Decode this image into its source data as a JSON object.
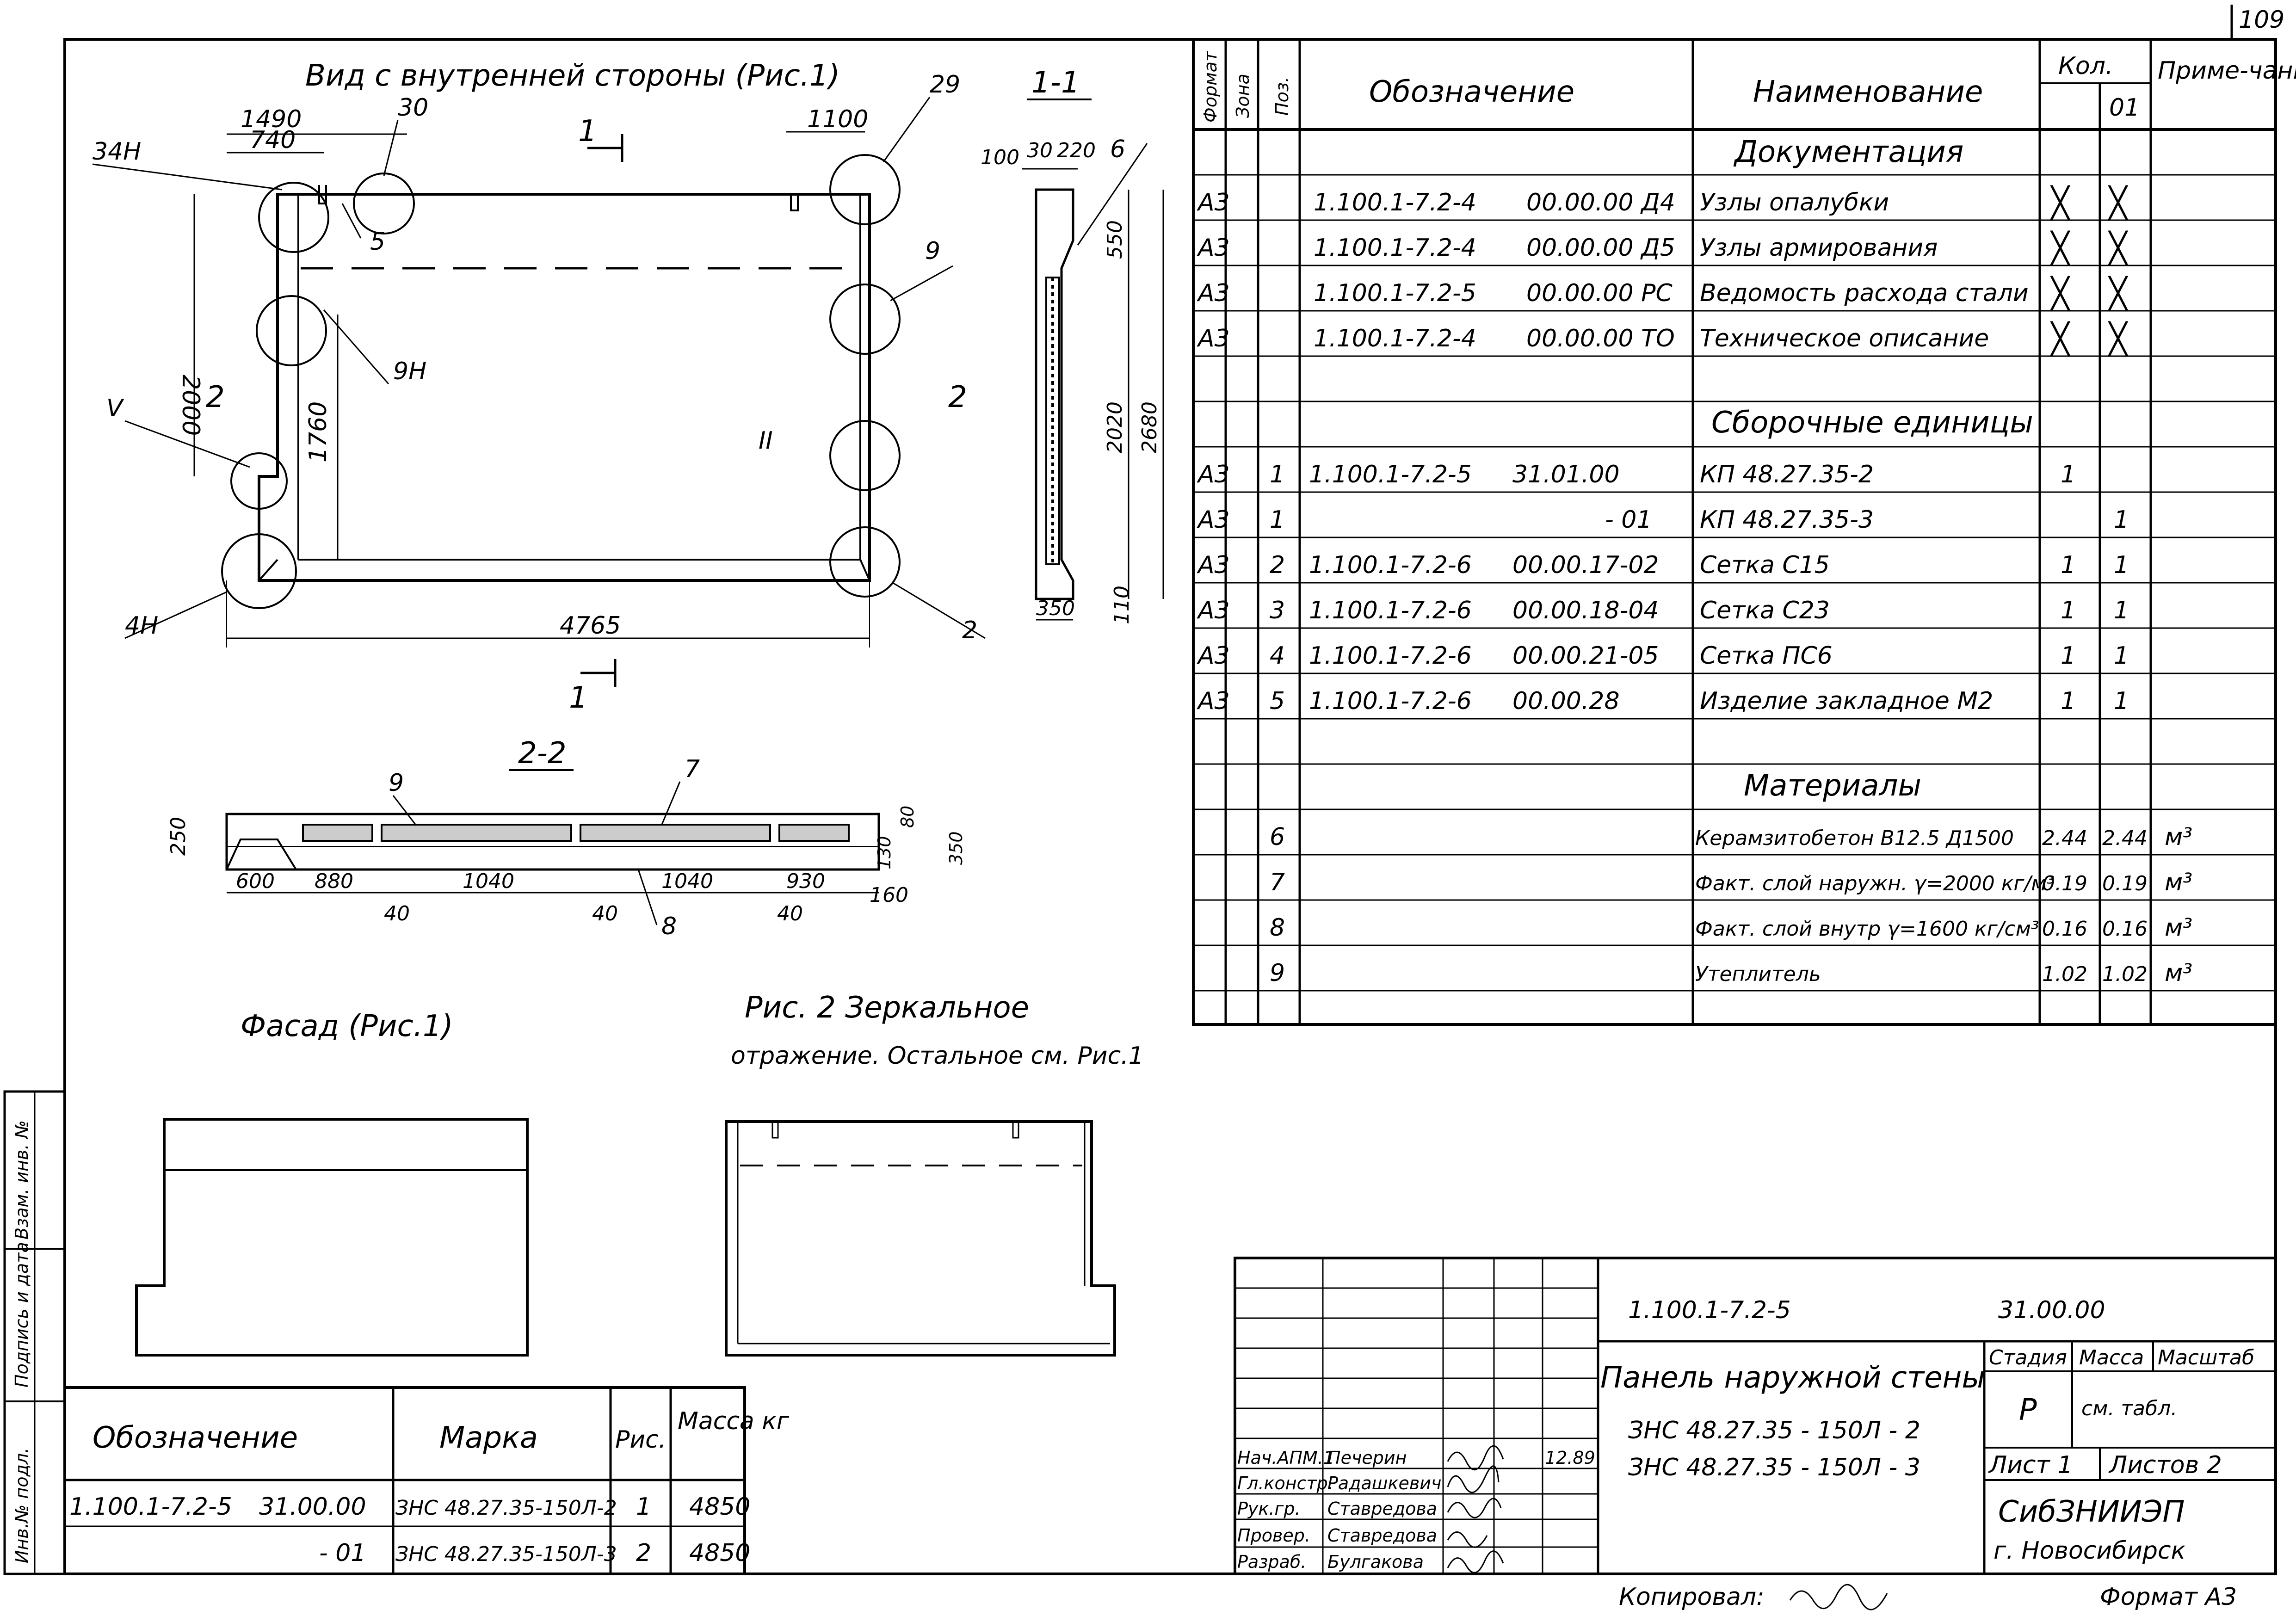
{
  "sheet_number": "109",
  "drawing": {
    "view_title": "Вид с внутренней стороны (Рис.1)",
    "section_1_1": "1-1",
    "section_2_2": "2-2",
    "facade_title": "Фасад (Рис.1)",
    "fig2_title": "Рис. 2 Зеркальное",
    "fig2_sub": "отражение. Остальное см. Рис.1",
    "dims_view": {
      "d1490": "1490",
      "d740": "740",
      "d1100": "1100",
      "d2000": "2000",
      "d1760": "1760",
      "d4765": "4765"
    },
    "dims_section11": {
      "d100": "100",
      "d30": "30",
      "d220": "220",
      "d550": "550",
      "d2020": "2020",
      "d2680": "2680",
      "d350": "350",
      "d110": "110"
    },
    "dims_section22": {
      "d250": "250",
      "d600": "600",
      "d880": "880",
      "d1040a": "1040",
      "d1040b": "1040",
      "d930": "930",
      "d160": "160",
      "d40a": "40",
      "d40b": "40",
      "d40c": "40",
      "d80": "80",
      "d130": "130",
      "d350": "350"
    },
    "callouts": {
      "c34n": "34Н",
      "c30": "30",
      "c29": "29",
      "c5": "5",
      "c9": "9",
      "c9n": "9Н",
      "cV": "V",
      "cII": "II",
      "c4n": "4Н",
      "c2": "2",
      "c1top": "1",
      "c1bot": "1",
      "c2left": "2",
      "c2right": "2",
      "c6": "6",
      "c9s": "9",
      "c7": "7",
      "c8": "8"
    }
  },
  "spec": {
    "headers": {
      "format": "Формат",
      "zone": "Зона",
      "pos": "Поз.",
      "designation": "Обозначение",
      "name": "Наименование",
      "qty": "Кол.",
      "qty_sub": "01",
      "note": "Приме-чание"
    },
    "sections": {
      "docs": "Документация",
      "assembly": "Сборочные единицы",
      "materials": "Материалы"
    },
    "rows_docs": [
      {
        "fmt": "А3",
        "code": "1.100.1-7.2-4",
        "num": "00.00.00 Д4",
        "name": "Узлы опалубки"
      },
      {
        "fmt": "А3",
        "code": "1.100.1-7.2-4",
        "num": "00.00.00 Д5",
        "name": "Узлы армирования"
      },
      {
        "fmt": "А3",
        "code": "1.100.1-7.2-5",
        "num": "00.00.00 РС",
        "name": "Ведомость расхода стали"
      },
      {
        "fmt": "А3",
        "code": "1.100.1-7.2-4",
        "num": "00.00.00 ТО",
        "name": "Техническое описание"
      }
    ],
    "rows_assembly": [
      {
        "fmt": "А3",
        "pos": "1",
        "code": "1.100.1-7.2-5",
        "num": "31.01.00",
        "name": "КП 48.27.35-2",
        "q1": "1",
        "q2": ""
      },
      {
        "fmt": "А3",
        "pos": "1",
        "code": "",
        "num": "- 01",
        "name": "КП 48.27.35-3",
        "q1": "",
        "q2": "1"
      },
      {
        "fmt": "А3",
        "pos": "2",
        "code": "1.100.1-7.2-6",
        "num": "00.00.17-02",
        "name": "Сетка С15",
        "q1": "1",
        "q2": "1"
      },
      {
        "fmt": "А3",
        "pos": "3",
        "code": "1.100.1-7.2-6",
        "num": "00.00.18-04",
        "name": "Сетка С23",
        "q1": "1",
        "q2": "1"
      },
      {
        "fmt": "А3",
        "pos": "4",
        "code": "1.100.1-7.2-6",
        "num": "00.00.21-05",
        "name": "Сетка ПС6",
        "q1": "1",
        "q2": "1"
      },
      {
        "fmt": "А3",
        "pos": "5",
        "code": "1.100.1-7.2-6",
        "num": "00.00.28",
        "name": "Изделие закладное М2",
        "q1": "1",
        "q2": "1"
      }
    ],
    "rows_materials": [
      {
        "pos": "6",
        "name": "Керамзитобетон В12.5 Д1500",
        "q1": "2.44",
        "q2": "2.44",
        "unit": "м³"
      },
      {
        "pos": "7",
        "name": "Факт. слой наружн. γ=2000 кг/м³",
        "q1": "0.19",
        "q2": "0.19",
        "unit": "м³"
      },
      {
        "pos": "8",
        "name": "Факт. слой внутр γ=1600 кг/см³",
        "q1": "0.16",
        "q2": "0.16",
        "unit": "м³"
      },
      {
        "pos": "9",
        "name": "Утеплитель",
        "q1": "1.02",
        "q2": "1.02",
        "unit": "м³"
      }
    ]
  },
  "marks_table": {
    "headers": {
      "designation": "Обозначение",
      "mark": "Марка",
      "fig": "Рис.",
      "mass": "Масса кг"
    },
    "rows": [
      {
        "code": "1.100.1-7.2-5",
        "num": "31.00.00",
        "mark": "ЗНС 48.27.35-150Л-2",
        "fig": "1",
        "mass": "4850"
      },
      {
        "code": "",
        "num": "- 01",
        "mark": "ЗНС 48.27.35-150Л-3",
        "fig": "2",
        "mass": "4850"
      }
    ]
  },
  "side_stamp": {
    "a": "Инв.№ подл.",
    "b": "Подпись и дата",
    "c": "Взам. инв. №"
  },
  "title_block": {
    "code": "1.100.1-7.2-5",
    "num": "31.00.00",
    "title": "Панель наружной стены",
    "mark1": "ЗНС 48.27.35 - 150Л - 2",
    "mark2": "ЗНС 48.27.35 - 150Л - 3",
    "stage_label": "Стадия",
    "mass_label": "Масса",
    "scale_label": "Масштаб",
    "stage": "Р",
    "mass_value": "см. табл.",
    "sheet_label": "Лист 1",
    "sheets_label": "Листов 2",
    "org": "СибЗНИИЭП",
    "city": "г. Новосибирск",
    "people": [
      {
        "role": "Нач.АПМ.1",
        "name": "Печерин",
        "date": "12.89"
      },
      {
        "role": "Гл.констр.",
        "name": "Радашкевич",
        "date": ""
      },
      {
        "role": "Рук.гр.",
        "name": "Ставредова",
        "date": ""
      },
      {
        "role": "Провер.",
        "name": "Ставредова",
        "date": ""
      },
      {
        "role": "Разраб.",
        "name": "Булгакова",
        "date": ""
      }
    ]
  },
  "footer": {
    "copied": "Копировал:",
    "format": "Формат А3"
  }
}
